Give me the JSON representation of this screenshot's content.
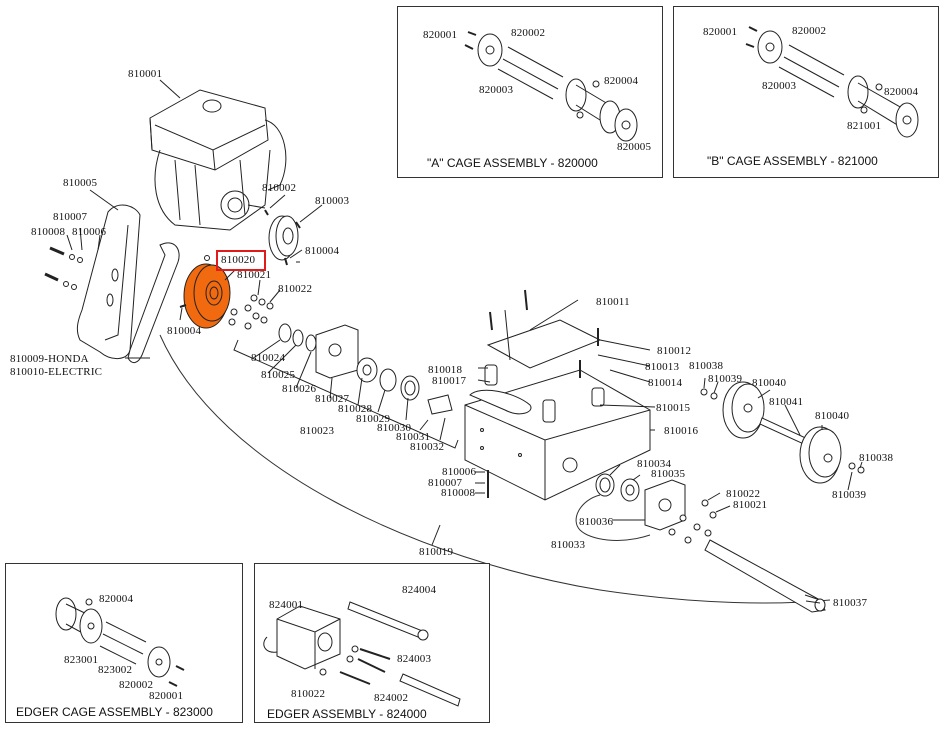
{
  "diagram": {
    "type": "exploded-parts-diagram",
    "highlight": {
      "part_number": "810020",
      "description": "highlighted pulley",
      "fill_color": "#f26a10",
      "box_color": "#e01b1b"
    },
    "main_labels": {
      "l810001": "810001",
      "l810002": "810002",
      "l810003": "810003",
      "l810004a": "810004",
      "l810004b": "810004",
      "l810005": "810005",
      "l810006a": "810006",
      "l810007a": "810007",
      "l810008a": "810008",
      "l810009": "810009-HONDA",
      "l810010": "810010-ELECTRIC",
      "l810011": "810011",
      "l810012": "810012",
      "l810013": "810013",
      "l810014": "810014",
      "l810015": "810015",
      "l810016": "810016",
      "l810017": "810017",
      "l810018": "810018",
      "l810019": "810019",
      "l810020": "810020",
      "l810021a": "810021",
      "l810022a": "810022",
      "l810023": "810023",
      "l810024": "810024",
      "l810025": "810025",
      "l810026": "810026",
      "l810027": "810027",
      "l810028": "810028",
      "l810029": "810029",
      "l810030": "810030",
      "l810031": "810031",
      "l810032": "810032",
      "l810033": "810033",
      "l810034": "810034",
      "l810035": "810035",
      "l810036": "810036",
      "l810037": "810037",
      "l810038a": "810038",
      "l810038b": "810038",
      "l810039a": "810039",
      "l810039b": "810039",
      "l810040a": "810040",
      "l810040b": "810040",
      "l810041": "810041",
      "l810006b": "810006",
      "l810007b": "810007",
      "l810008b": "810008",
      "l810021b": "810021",
      "l810022b": "810022"
    },
    "insets": {
      "a_cage": {
        "title": "\"A\" CAGE ASSEMBLY - 820000",
        "labels": {
          "p1": "820001",
          "p2": "820002",
          "p3": "820003",
          "p4": "820004",
          "p5": "820005"
        }
      },
      "b_cage": {
        "title": "\"B\" CAGE ASSEMBLY - 821000",
        "labels": {
          "p1": "820001",
          "p2": "820002",
          "p3": "820003",
          "p4": "820004",
          "p5": "821001"
        }
      },
      "edger_cage": {
        "title": "EDGER CAGE ASSEMBLY - 823000",
        "labels": {
          "p1": "820004",
          "p2": "823001",
          "p3": "823002",
          "p4": "820002",
          "p5": "820001"
        }
      },
      "edger": {
        "title": "EDGER ASSEMBLY - 824000",
        "labels": {
          "p1": "824001",
          "p2": "824004",
          "p3": "824003",
          "p4": "810022",
          "p5": "824002"
        }
      }
    }
  }
}
